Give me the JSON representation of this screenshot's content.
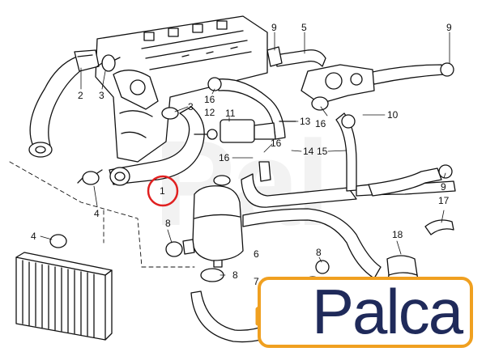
{
  "diagram": {
    "callouts": [
      {
        "id": "c9a",
        "text": "9"
      },
      {
        "id": "c5",
        "text": "5"
      },
      {
        "id": "c9b",
        "text": "9"
      },
      {
        "id": "c2",
        "text": "2"
      },
      {
        "id": "c3a",
        "text": "3"
      },
      {
        "id": "c16a",
        "text": "16"
      },
      {
        "id": "c12",
        "text": "12"
      },
      {
        "id": "c3b",
        "text": "3"
      },
      {
        "id": "c11",
        "text": "11"
      },
      {
        "id": "c13",
        "text": "13"
      },
      {
        "id": "c16b",
        "text": "16"
      },
      {
        "id": "c10",
        "text": "10"
      },
      {
        "id": "c16c",
        "text": "16"
      },
      {
        "id": "c14",
        "text": "14"
      },
      {
        "id": "c15",
        "text": "15"
      },
      {
        "id": "c16d",
        "text": "16"
      },
      {
        "id": "c9c",
        "text": "9"
      },
      {
        "id": "c17",
        "text": "17"
      },
      {
        "id": "c1",
        "text": "1"
      },
      {
        "id": "c4a",
        "text": "4"
      },
      {
        "id": "c8a",
        "text": "8"
      },
      {
        "id": "c4b",
        "text": "4"
      },
      {
        "id": "c6",
        "text": "6"
      },
      {
        "id": "c18",
        "text": "18"
      },
      {
        "id": "c8b",
        "text": "8"
      },
      {
        "id": "c8c",
        "text": "8"
      },
      {
        "id": "c7",
        "text": "7"
      }
    ],
    "highlight_color": "#e02020"
  },
  "logo": {
    "text": "Palca",
    "text_color": "#1f2a5a",
    "accent_color": "#f0a020"
  }
}
